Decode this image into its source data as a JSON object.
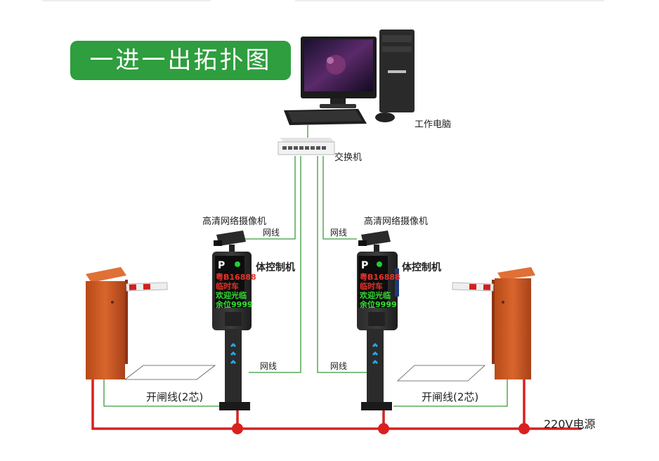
{
  "title": "一进一出拓扑图",
  "labels": {
    "computer": "工作电脑",
    "switch": "交换机",
    "camera_left": "高清网络摄像机",
    "camera_right": "高清网络摄像机",
    "net_top_left": "网线",
    "net_top_right": "网线",
    "net_bottom_left": "网线",
    "net_bottom_right": "网线",
    "controller_left": "体控制机",
    "controller_right": "体控制机",
    "gate_line_left": "开闸线(2芯)",
    "gate_line_right": "开闸线(2芯)",
    "power": "220V电源"
  },
  "kiosk_left": {
    "p": "P",
    "lines": [
      "粤B16888",
      "临时车",
      "欢迎光临",
      "余位9999"
    ]
  },
  "kiosk_right": {
    "p": "P",
    "lines": [
      "粤B16888",
      "临时车",
      "欢迎光临",
      "余位9999"
    ]
  },
  "colors": {
    "badge": "#2e9e3e",
    "network_line": "#3a9a3a",
    "power_line": "#d9201f",
    "barrier": "#c8551f"
  }
}
